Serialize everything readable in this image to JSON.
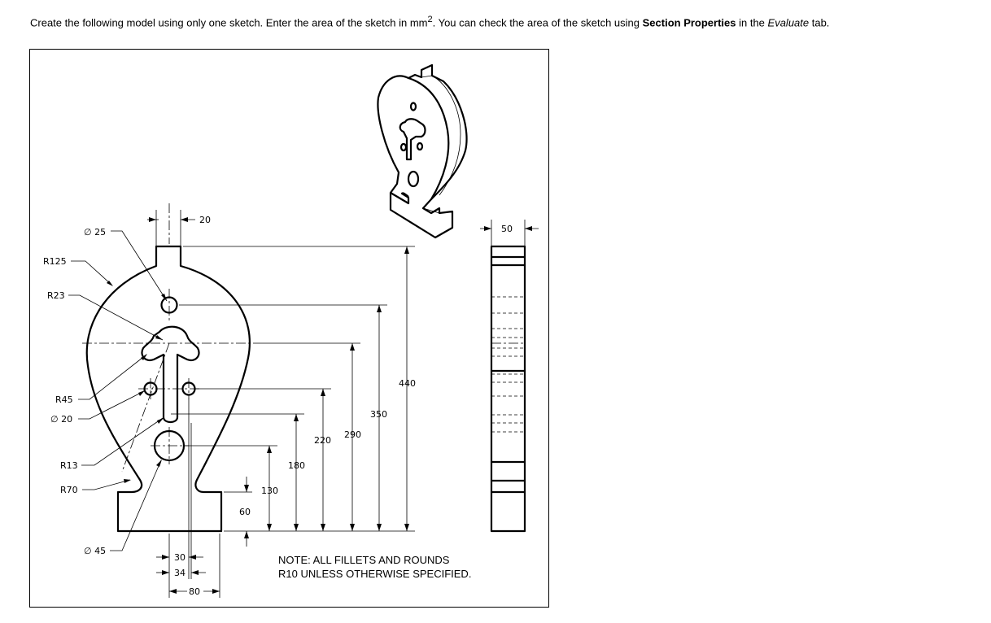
{
  "instruction": {
    "part1": "Create the following model using only one sketch.  Enter the area of the sketch in mm",
    "sup": "2",
    "part2": ".  You can check the area of the sketch using ",
    "bold": "Section Properties",
    "part3": " in the ",
    "italic": "Evaluate",
    "part4": " tab."
  },
  "dimensions": {
    "d25": "∅ 25",
    "r125": "R125",
    "r23": "R23",
    "r45": "R45",
    "d20": "∅ 20",
    "r13": "R13",
    "r70": "R70",
    "d45": "∅ 45",
    "w20": "20",
    "w50": "50",
    "h440": "440",
    "h350": "350",
    "h290": "290",
    "h220": "220",
    "h180": "180",
    "h130": "130",
    "h60": "60",
    "w30": "30",
    "w34": "34",
    "w80": "80"
  },
  "note": {
    "line1": "NOTE: ALL FILLETS AND ROUNDS",
    "line2": "R10 UNLESS OTHERWISE SPECIFIED."
  }
}
